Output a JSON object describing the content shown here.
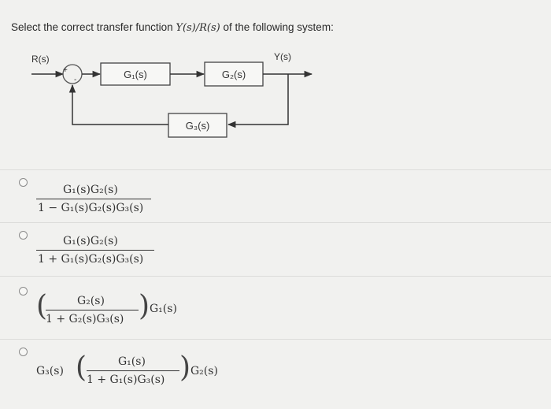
{
  "question": {
    "prefix": "Select the correct transfer function ",
    "expr": "Y(s)/R(s)",
    "suffix": " of the following system:"
  },
  "diagram": {
    "input_label": "R(s)",
    "output_label": "Y(s)",
    "plus_sign": "+",
    "minus_sign": "-",
    "block_g1": "G₁(s)",
    "block_g2": "G₂(s)",
    "block_g3": "G₃(s)"
  },
  "options": [
    {
      "numerator": "G₁(s)G₂(s)",
      "denominator": "1 − G₁(s)G₂(s)G₃(s)"
    },
    {
      "numerator": "G₁(s)G₂(s)",
      "denominator": "1 + G₁(s)G₂(s)G₃(s)"
    },
    {
      "numerator": "G₂(s)",
      "denominator": "1 + G₂(s)G₃(s)",
      "suffix": "G₁(s)"
    },
    {
      "prefix": "G₃(s)",
      "numerator": "G₁(s)",
      "denominator": "1 + G₁(s)G₃(s)",
      "suffix": "G₂(s)"
    }
  ]
}
